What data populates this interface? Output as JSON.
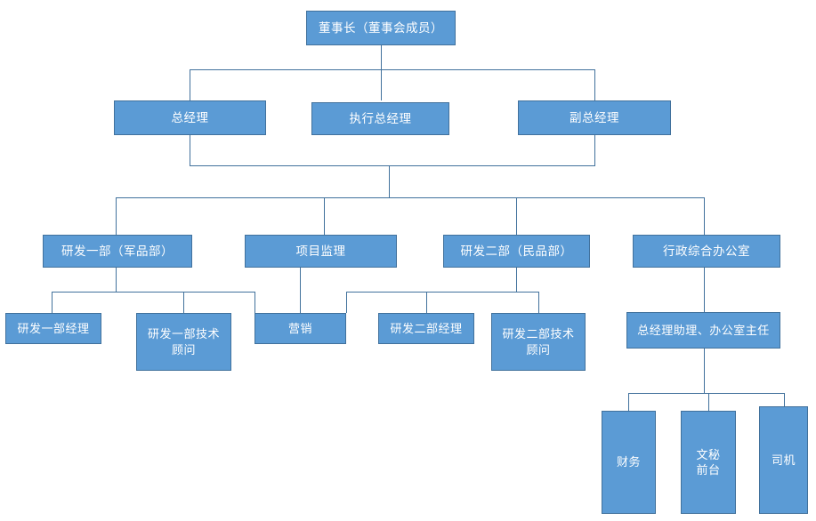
{
  "chart_title": "",
  "theme": {
    "node_fill": "#5B9BD5",
    "node_border": "#41719C",
    "node_text": "#FFFFFF",
    "connector": "#41719C",
    "background": "#FFFFFF"
  },
  "nodes": {
    "chairman": "董事长（董事会成员）",
    "general_manager": "总经理",
    "executive_general_manager": "执行总经理",
    "deputy_general_manager": "副总经理",
    "rd_dept_one": "研发一部（军品部）",
    "project_supervision": "项目监理",
    "rd_dept_two": "研发二部（民品部）",
    "admin_office": "行政综合办公室",
    "rd_one_manager": "研发一部经理",
    "rd_one_tech_advisor": "研发一部技术\n顾问",
    "marketing": "营销",
    "rd_two_manager": "研发二部经理",
    "rd_two_tech_advisor": "研发二部技术\n顾问",
    "gm_assistant_office_director": "总经理助理、办公室主任",
    "finance": "财务",
    "secretary_reception": "文秘\n前台",
    "driver": "司机"
  },
  "hierarchy": {
    "root": "chairman",
    "edges": [
      {
        "from": "chairman",
        "to": "general_manager"
      },
      {
        "from": "chairman",
        "to": "executive_general_manager"
      },
      {
        "from": "chairman",
        "to": "deputy_general_manager"
      },
      {
        "from": "general_manager",
        "to": "rd_dept_one"
      },
      {
        "from": "general_manager",
        "to": "project_supervision"
      },
      {
        "from": "general_manager",
        "to": "rd_dept_two"
      },
      {
        "from": "general_manager",
        "to": "admin_office"
      },
      {
        "from": "rd_dept_one",
        "to": "rd_one_manager"
      },
      {
        "from": "rd_dept_one",
        "to": "rd_one_tech_advisor"
      },
      {
        "from": "rd_dept_one",
        "to": "marketing"
      },
      {
        "from": "project_supervision",
        "to": "marketing"
      },
      {
        "from": "rd_dept_two",
        "to": "rd_two_manager"
      },
      {
        "from": "rd_dept_two",
        "to": "rd_two_tech_advisor"
      },
      {
        "from": "admin_office",
        "to": "gm_assistant_office_director"
      },
      {
        "from": "gm_assistant_office_director",
        "to": "finance"
      },
      {
        "from": "gm_assistant_office_director",
        "to": "secretary_reception"
      },
      {
        "from": "gm_assistant_office_director",
        "to": "driver"
      }
    ]
  }
}
